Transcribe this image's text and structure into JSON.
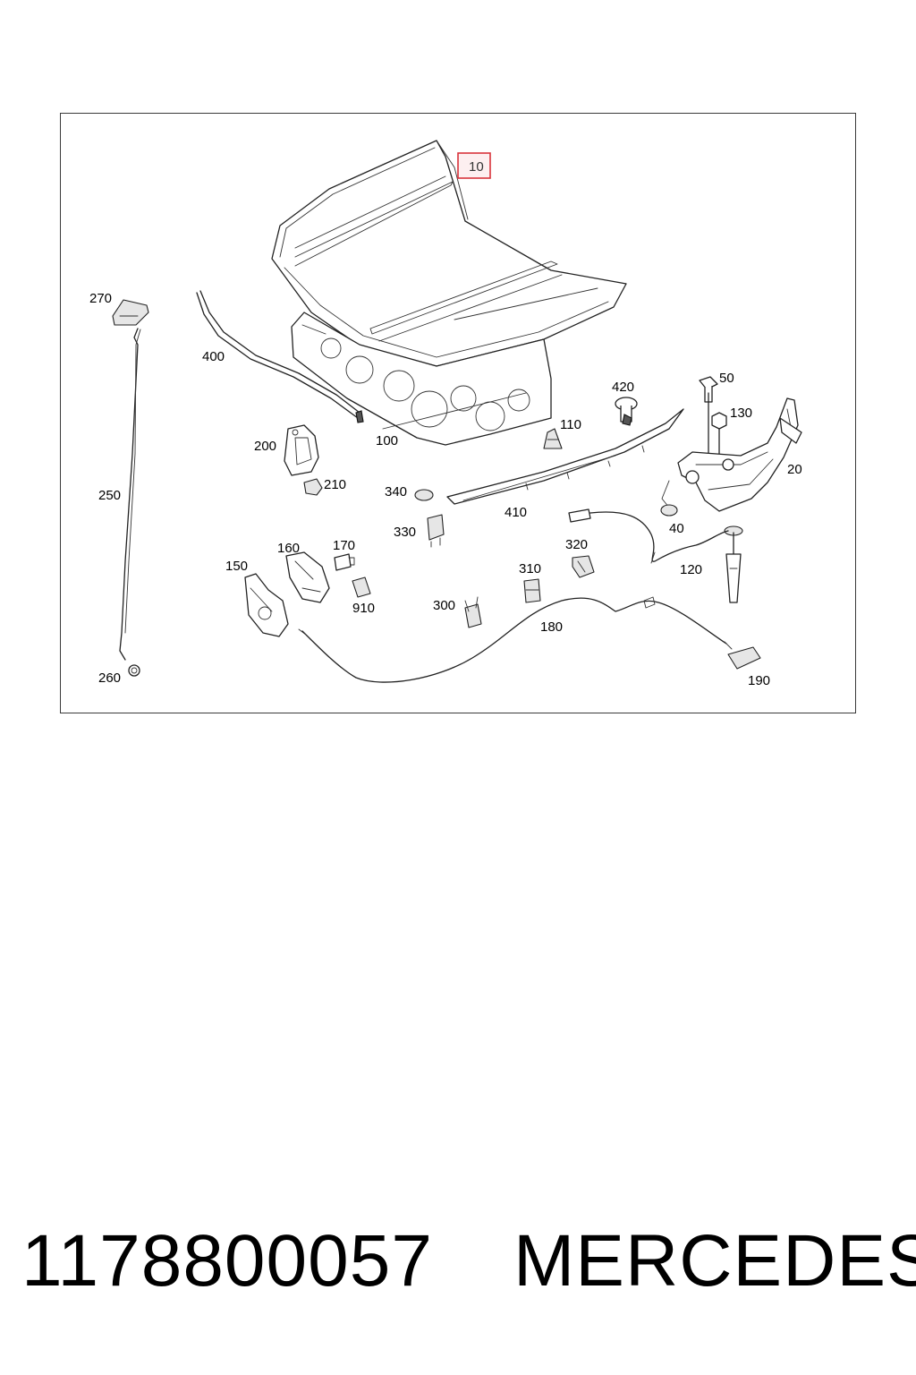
{
  "diagram": {
    "highlighted_part": "10",
    "labels": {
      "p10": "10",
      "p20": "20",
      "p40": "40",
      "p50": "50",
      "p100": "100",
      "p110": "110",
      "p120": "120",
      "p130": "130",
      "p150": "150",
      "p160": "160",
      "p170": "170",
      "p180": "180",
      "p190": "190",
      "p200": "200",
      "p210": "210",
      "p250": "250",
      "p260": "260",
      "p270": "270",
      "p300": "300",
      "p310": "310",
      "p320": "320",
      "p330": "330",
      "p340": "340",
      "p400": "400",
      "p410": "410",
      "p420": "420",
      "p910": "910"
    },
    "colors": {
      "highlight_border": "#d8333b",
      "highlight_fill": "#fdeff0",
      "line": "#222222",
      "frame": "#3a3a3a"
    }
  },
  "footer": {
    "part_number": "1178800057",
    "brand": "MERCEDES"
  }
}
